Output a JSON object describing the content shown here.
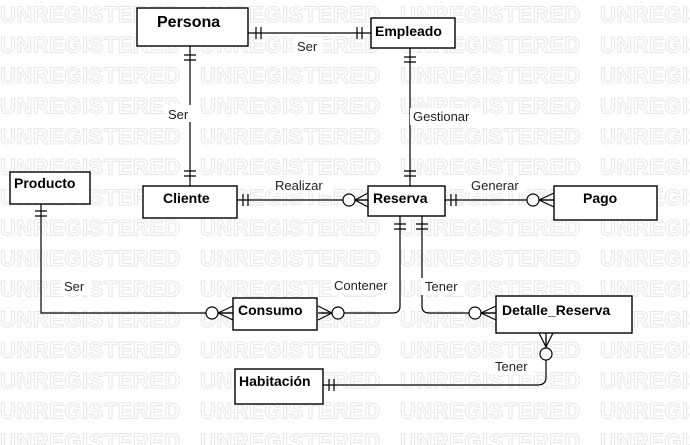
{
  "watermark": "UNREGISTERED",
  "entities": {
    "persona": "Persona",
    "empleado": "Empleado",
    "producto": "Producto",
    "cliente": "Cliente",
    "reserva": "Reserva",
    "pago": "Pago",
    "consumo": "Consumo",
    "detalle_reserva": "Detalle_Reserva",
    "habitacion": "Habitación"
  },
  "relations": {
    "persona_empleado": "Ser",
    "persona_cliente": "Ser",
    "empleado_reserva": "Gestionar",
    "cliente_reserva": "Realizar",
    "reserva_pago": "Generar",
    "producto_consumo": "Ser",
    "reserva_consumo": "Contener",
    "reserva_detalle": "Tener",
    "detalle_habitacion": "Tener"
  }
}
